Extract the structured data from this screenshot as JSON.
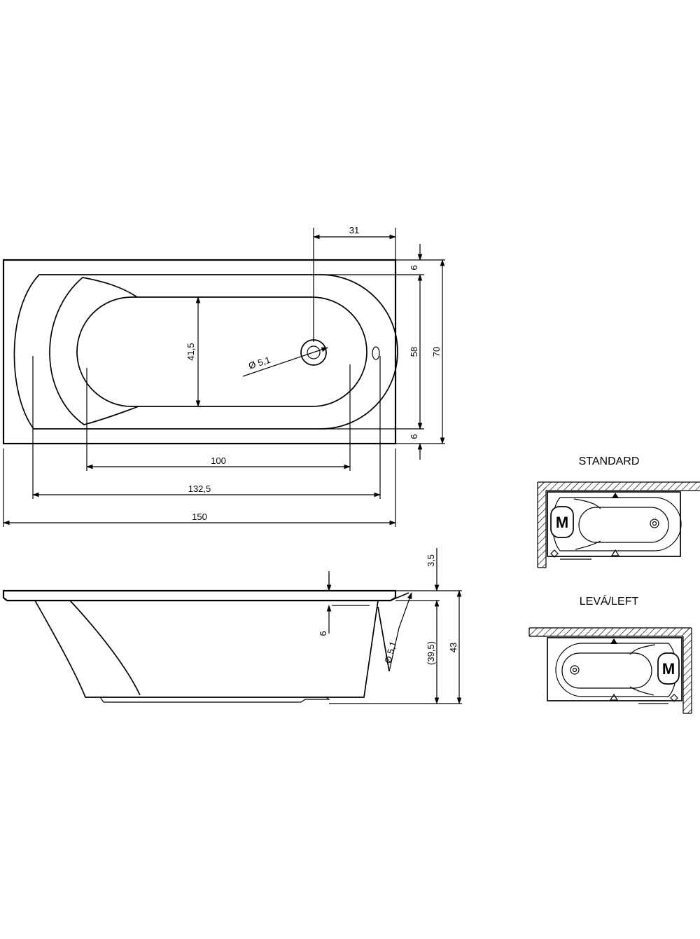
{
  "top_view": {
    "dim_drain_offset": "31",
    "dim_rim_top": "6",
    "dim_inner_width": "58",
    "dim_outer_width": "70",
    "dim_rim_bottom": "6",
    "dim_basin_width": "41,5",
    "dim_drain_diameter": "Ø 5,1",
    "dim_basin_length": "100",
    "dim_inner_length": "132,5",
    "dim_outer_length": "150"
  },
  "side_view": {
    "dim_rim_thickness": "3,5",
    "dim_overflow_height": "6",
    "dim_overflow_diameter": "Ø 5,1",
    "dim_inner_depth": "(39,5)",
    "dim_total_height": "43"
  },
  "variants": {
    "standard_label": "STANDARD",
    "standard_badge": "M",
    "left_label": "LEVÁ/LEFT",
    "left_badge": "M"
  }
}
